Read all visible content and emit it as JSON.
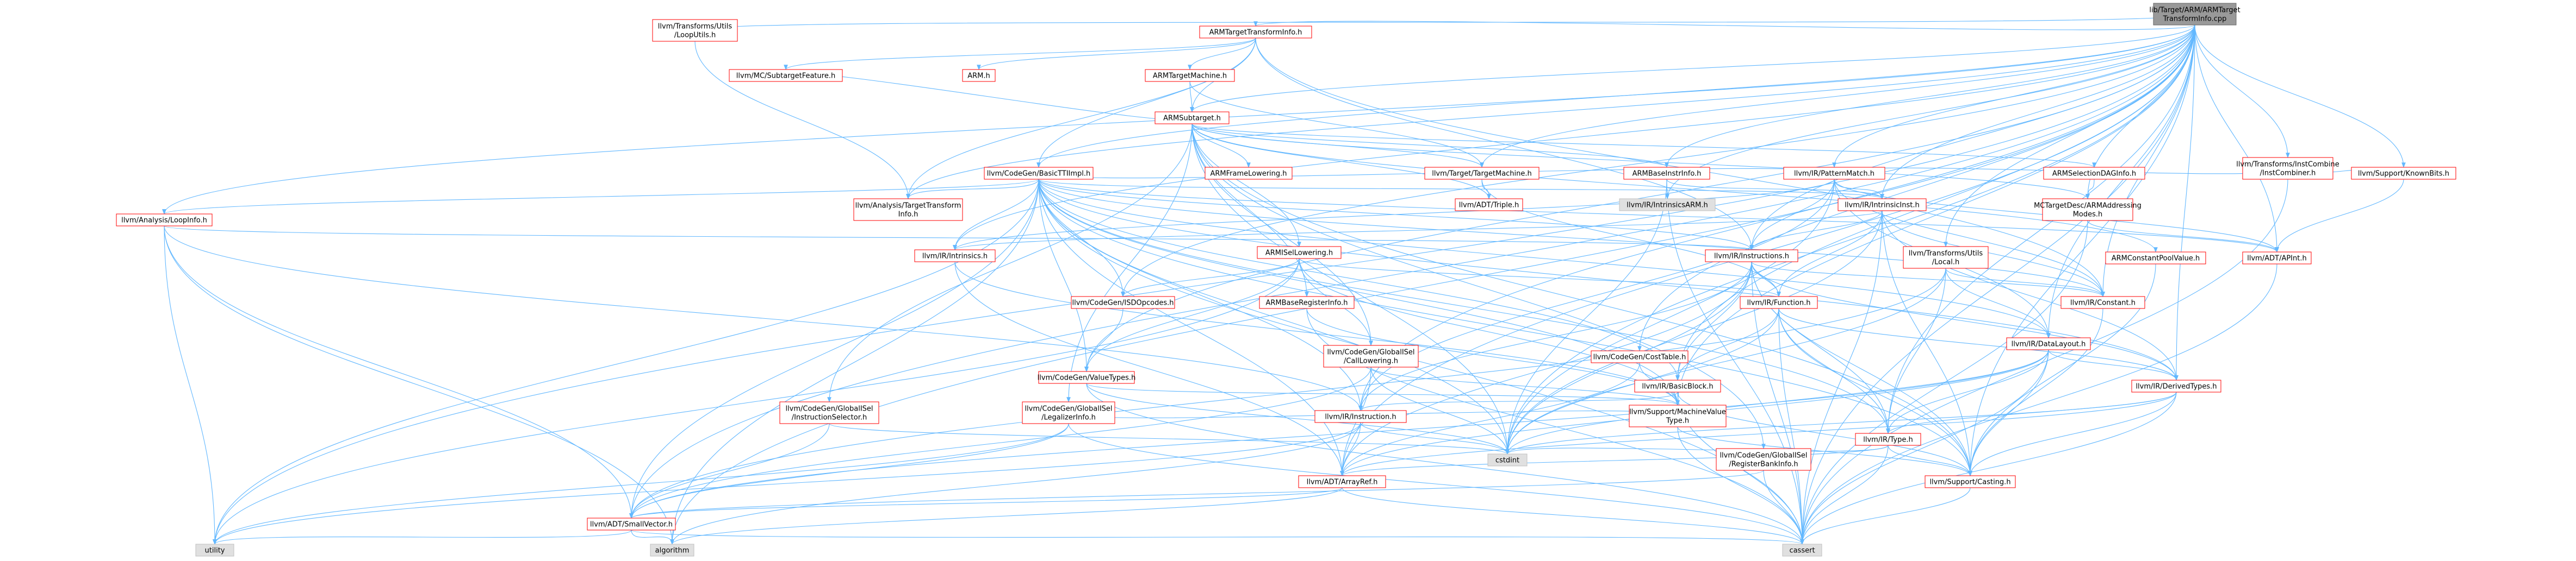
{
  "colors": {
    "edge": "#63B8FF",
    "root_fill": "#999999",
    "node_fill": "#ffffff",
    "node_border_linked": "#ff0000",
    "node_border_leaf": "#bfbfbf",
    "leaf_fill": "#e0e0e0",
    "text": "#000000"
  },
  "root": "lib/Target/ARM/ARMTargetTransformInfo.cpp",
  "nodes": [
    {
      "id": "root",
      "lines": [
        "lib/Target/ARM/ARMTarget",
        "TransformInfo.cpp"
      ],
      "kind": "root"
    },
    {
      "id": "ttu_loop",
      "lines": [
        "llvm/Transforms/Utils",
        "/LoopUtils.h"
      ],
      "kind": "linked"
    },
    {
      "id": "armtti_h",
      "lines": [
        "ARMTargetTransformInfo.h"
      ],
      "kind": "linked"
    },
    {
      "id": "mc_sub",
      "lines": [
        "llvm/MC/SubtargetFeature.h"
      ],
      "kind": "linked"
    },
    {
      "id": "arm_h",
      "lines": [
        "ARM.h"
      ],
      "kind": "linked"
    },
    {
      "id": "armtm",
      "lines": [
        "ARMTargetMachine.h"
      ],
      "kind": "linked"
    },
    {
      "id": "armsub",
      "lines": [
        "ARMSubtarget.h"
      ],
      "kind": "linked"
    },
    {
      "id": "cg_btti",
      "lines": [
        "llvm/CodeGen/BasicTTIImpl.h"
      ],
      "kind": "linked"
    },
    {
      "id": "armfl",
      "lines": [
        "ARMFrameLowering.h"
      ],
      "kind": "linked"
    },
    {
      "id": "target_tm",
      "lines": [
        "llvm/Target/TargetMachine.h"
      ],
      "kind": "linked"
    },
    {
      "id": "armbi",
      "lines": [
        "ARMBaseInstrInfo.h"
      ],
      "kind": "linked"
    },
    {
      "id": "ir_pm",
      "lines": [
        "llvm/IR/PatternMatch.h"
      ],
      "kind": "linked"
    },
    {
      "id": "armsdi",
      "lines": [
        "ARMSelectionDAGInfo.h"
      ],
      "kind": "linked"
    },
    {
      "id": "tic",
      "lines": [
        "llvm/Transforms/InstCombine",
        "/InstCombiner.h"
      ],
      "kind": "linked"
    },
    {
      "id": "kb",
      "lines": [
        "llvm/Support/KnownBits.h"
      ],
      "kind": "linked"
    },
    {
      "id": "an_tti",
      "lines": [
        "llvm/Analysis/TargetTransform",
        "Info.h"
      ],
      "kind": "linked"
    },
    {
      "id": "adt_triple",
      "lines": [
        "llvm/ADT/Triple.h"
      ],
      "kind": "linked"
    },
    {
      "id": "ir_iarm",
      "lines": [
        "llvm/IR/IntrinsicsARM.h"
      ],
      "kind": "leaf"
    },
    {
      "id": "ir_ii",
      "lines": [
        "llvm/IR/IntrinsicInst.h"
      ],
      "kind": "linked"
    },
    {
      "id": "mc_aam",
      "lines": [
        "MCTargetDesc/ARMAddressing",
        "Modes.h"
      ],
      "kind": "linked"
    },
    {
      "id": "an_loop",
      "lines": [
        "llvm/Analysis/LoopInfo.h"
      ],
      "kind": "linked"
    },
    {
      "id": "ir_intr",
      "lines": [
        "llvm/IR/Intrinsics.h"
      ],
      "kind": "linked"
    },
    {
      "id": "armisel",
      "lines": [
        "ARMISelLowering.h"
      ],
      "kind": "linked"
    },
    {
      "id": "ir_inst",
      "lines": [
        "llvm/IR/Instructions.h"
      ],
      "kind": "linked"
    },
    {
      "id": "ttu_local",
      "lines": [
        "llvm/Transforms/Utils",
        "/Local.h"
      ],
      "kind": "linked"
    },
    {
      "id": "armcpv",
      "lines": [
        "ARMConstantPoolValue.h"
      ],
      "kind": "linked"
    },
    {
      "id": "adt_apint",
      "lines": [
        "llvm/ADT/APInt.h"
      ],
      "kind": "linked"
    },
    {
      "id": "armbri",
      "lines": [
        "ARMBaseRegisterInfo.h"
      ],
      "kind": "linked"
    },
    {
      "id": "cg_isd",
      "lines": [
        "llvm/CodeGen/ISDOpcodes.h"
      ],
      "kind": "linked"
    },
    {
      "id": "ir_fn",
      "lines": [
        "llvm/IR/Function.h"
      ],
      "kind": "linked"
    },
    {
      "id": "ir_const",
      "lines": [
        "llvm/IR/Constant.h"
      ],
      "kind": "linked"
    },
    {
      "id": "ir_dl",
      "lines": [
        "llvm/IR/DataLayout.h"
      ],
      "kind": "linked"
    },
    {
      "id": "cg_gi_cl",
      "lines": [
        "llvm/CodeGen/GlobalISel",
        "/CallLowering.h"
      ],
      "kind": "linked"
    },
    {
      "id": "cg_ct",
      "lines": [
        "llvm/CodeGen/CostTable.h"
      ],
      "kind": "linked"
    },
    {
      "id": "cg_vt",
      "lines": [
        "llvm/CodeGen/ValueTypes.h"
      ],
      "kind": "linked"
    },
    {
      "id": "ir_bb",
      "lines": [
        "llvm/IR/BasicBlock.h"
      ],
      "kind": "linked"
    },
    {
      "id": "ir_dt",
      "lines": [
        "llvm/IR/DerivedTypes.h"
      ],
      "kind": "linked"
    },
    {
      "id": "cg_gi_is",
      "lines": [
        "llvm/CodeGen/GlobalISel",
        "/InstructionSelector.h"
      ],
      "kind": "linked"
    },
    {
      "id": "cg_gi_li",
      "lines": [
        "llvm/CodeGen/GlobalISel",
        "/LegalizerInfo.h"
      ],
      "kind": "linked"
    },
    {
      "id": "ir_instr",
      "lines": [
        "llvm/IR/Instruction.h"
      ],
      "kind": "linked"
    },
    {
      "id": "smvt",
      "lines": [
        "llvm/Support/MachineValue",
        "Type.h"
      ],
      "kind": "linked"
    },
    {
      "id": "ir_type",
      "lines": [
        "llvm/IR/Type.h"
      ],
      "kind": "linked"
    },
    {
      "id": "cstdint",
      "lines": [
        "cstdint"
      ],
      "kind": "leaf"
    },
    {
      "id": "adt_ar",
      "lines": [
        "llvm/ADT/ArrayRef.h"
      ],
      "kind": "linked"
    },
    {
      "id": "cg_gi_rbi",
      "lines": [
        "llvm/CodeGen/GlobalISel",
        "/RegisterBankInfo.h"
      ],
      "kind": "linked"
    },
    {
      "id": "scast",
      "lines": [
        "llvm/Support/Casting.h"
      ],
      "kind": "linked"
    },
    {
      "id": "adt_sv",
      "lines": [
        "llvm/ADT/SmallVector.h"
      ],
      "kind": "linked"
    },
    {
      "id": "utility",
      "lines": [
        "utility"
      ],
      "kind": "leaf"
    },
    {
      "id": "algorithm",
      "lines": [
        "algorithm"
      ],
      "kind": "leaf"
    },
    {
      "id": "cassert",
      "lines": [
        "cassert"
      ],
      "kind": "leaf"
    }
  ],
  "edges": [
    [
      "root",
      "ttu_loop"
    ],
    [
      "root",
      "armtti_h"
    ],
    [
      "root",
      "armsub"
    ],
    [
      "root",
      "target_tm"
    ],
    [
      "root",
      "ir_pm"
    ],
    [
      "root",
      "tic"
    ],
    [
      "root",
      "kb"
    ],
    [
      "root",
      "an_loop"
    ],
    [
      "root",
      "ir_intr"
    ],
    [
      "root",
      "ir_inst"
    ],
    [
      "root",
      "ir_iarm"
    ],
    [
      "root",
      "ir_ii"
    ],
    [
      "root",
      "ttu_local"
    ],
    [
      "root",
      "adt_apint"
    ],
    [
      "root",
      "cg_isd"
    ],
    [
      "root",
      "cg_ct"
    ],
    [
      "root",
      "cg_vt"
    ],
    [
      "root",
      "ir_bb"
    ],
    [
      "root",
      "ir_dt"
    ],
    [
      "root",
      "ir_dl"
    ],
    [
      "root",
      "ir_instr"
    ],
    [
      "root",
      "ir_type"
    ],
    [
      "root",
      "smvt"
    ],
    [
      "root",
      "scast"
    ],
    [
      "root",
      "adt_sv"
    ],
    [
      "root",
      "cstdint"
    ],
    [
      "root",
      "utility"
    ],
    [
      "root",
      "algorithm"
    ],
    [
      "root",
      "cassert"
    ],
    [
      "root",
      "cg_btti"
    ],
    [
      "root",
      "an_tti"
    ],
    [
      "root",
      "mc_aam"
    ],
    [
      "root",
      "armbi"
    ],
    [
      "root",
      "ir_const"
    ],
    [
      "root",
      "adt_ar"
    ],
    [
      "ttu_loop",
      "an_tti"
    ],
    [
      "armtti_h",
      "mc_sub"
    ],
    [
      "armtti_h",
      "arm_h"
    ],
    [
      "armtti_h",
      "armtm"
    ],
    [
      "armtti_h",
      "armsub"
    ],
    [
      "armtti_h",
      "cg_btti"
    ],
    [
      "armtti_h",
      "an_tti"
    ],
    [
      "armtti_h",
      "ir_const"
    ],
    [
      "armtti_h",
      "ir_inst"
    ],
    [
      "armtm",
      "armsub"
    ],
    [
      "armtm",
      "target_tm"
    ],
    [
      "armsub",
      "armfl"
    ],
    [
      "armsub",
      "armbi"
    ],
    [
      "armsub",
      "armsdi"
    ],
    [
      "armsub",
      "armbri"
    ],
    [
      "armsub",
      "armisel"
    ],
    [
      "armsub",
      "cg_gi_cl"
    ],
    [
      "armsub",
      "cg_gi_is"
    ],
    [
      "armsub",
      "cg_gi_li"
    ],
    [
      "armsub",
      "cg_gi_rbi"
    ],
    [
      "armsub",
      "target_tm"
    ],
    [
      "armsub",
      "adt_triple"
    ],
    [
      "armsub",
      "mc_sub"
    ],
    [
      "armsub",
      "mc_aam"
    ],
    [
      "armsub",
      "armcpv"
    ],
    [
      "armsub",
      "scast"
    ],
    [
      "armsub",
      "cstdint"
    ],
    [
      "cg_btti",
      "an_loop"
    ],
    [
      "cg_btti",
      "an_tti"
    ],
    [
      "cg_btti",
      "ir_intr"
    ],
    [
      "cg_btti",
      "cg_isd"
    ],
    [
      "cg_btti",
      "cg_vt"
    ],
    [
      "cg_btti",
      "ir_bb"
    ],
    [
      "cg_btti",
      "ir_dl"
    ],
    [
      "cg_btti",
      "ir_dt"
    ],
    [
      "cg_btti",
      "ir_inst"
    ],
    [
      "cg_btti",
      "ir_ii"
    ],
    [
      "cg_btti",
      "ir_instr"
    ],
    [
      "cg_btti",
      "ir_type"
    ],
    [
      "cg_btti",
      "ir_const"
    ],
    [
      "cg_btti",
      "smvt"
    ],
    [
      "cg_btti",
      "adt_ar"
    ],
    [
      "cg_btti",
      "adt_sv"
    ],
    [
      "cg_btti",
      "adt_apint"
    ],
    [
      "cg_btti",
      "scast"
    ],
    [
      "cg_btti",
      "ir_pm"
    ],
    [
      "cg_btti",
      "cstdint"
    ],
    [
      "cg_btti",
      "cassert"
    ],
    [
      "cg_btti",
      "utility"
    ],
    [
      "cg_btti",
      "algorithm"
    ],
    [
      "target_tm",
      "adt_triple"
    ],
    [
      "target_tm",
      "ir_fn"
    ],
    [
      "armbi",
      "ir_iarm"
    ],
    [
      "armbi",
      "ir_ii"
    ],
    [
      "armbi",
      "cstdint"
    ],
    [
      "armbi",
      "cassert"
    ],
    [
      "ir_pm",
      "adt_apint"
    ],
    [
      "ir_pm",
      "ir_const"
    ],
    [
      "ir_pm",
      "ir_dl"
    ],
    [
      "ir_pm",
      "ir_ii"
    ],
    [
      "ir_pm",
      "ir_inst"
    ],
    [
      "ir_pm",
      "ir_instr"
    ],
    [
      "ir_pm",
      "ir_intr"
    ],
    [
      "ir_pm",
      "cstdint"
    ],
    [
      "armsdi",
      "mc_aam"
    ],
    [
      "tic",
      "ir_pm"
    ],
    [
      "tic",
      "kb"
    ],
    [
      "tic",
      "cassert"
    ],
    [
      "kb",
      "adt_apint"
    ],
    [
      "ir_ii",
      "ir_const"
    ],
    [
      "ir_ii",
      "ir_dt"
    ],
    [
      "ir_ii",
      "ir_fn"
    ],
    [
      "ir_ii",
      "ir_inst"
    ],
    [
      "ir_ii",
      "ir_intr"
    ],
    [
      "ir_ii",
      "scast"
    ],
    [
      "ir_ii",
      "cassert"
    ],
    [
      "ir_ii",
      "cstdint"
    ],
    [
      "mc_aam",
      "adt_apint"
    ],
    [
      "mc_aam",
      "cassert"
    ],
    [
      "an_loop",
      "ir_inst"
    ],
    [
      "an_loop",
      "ir_instr"
    ],
    [
      "an_loop",
      "adt_sv"
    ],
    [
      "an_loop",
      "utility"
    ],
    [
      "an_loop",
      "algorithm"
    ],
    [
      "ir_intr",
      "adt_ar"
    ],
    [
      "ir_intr",
      "smvt"
    ],
    [
      "armisel",
      "cg_isd"
    ],
    [
      "armisel",
      "cg_vt"
    ],
    [
      "armisel",
      "ir_fn"
    ],
    [
      "armisel",
      "smvt"
    ],
    [
      "armisel",
      "cg_gi_cl"
    ],
    [
      "armisel",
      "utility"
    ],
    [
      "ir_inst",
      "ir_fn"
    ],
    [
      "ir_inst",
      "ir_bb"
    ],
    [
      "ir_inst",
      "ir_const"
    ],
    [
      "ir_inst",
      "ir_dt"
    ],
    [
      "ir_inst",
      "ir_instr"
    ],
    [
      "ir_inst",
      "ir_type"
    ],
    [
      "ir_inst",
      "adt_ar"
    ],
    [
      "ir_inst",
      "scast"
    ],
    [
      "ir_inst",
      "cassert"
    ],
    [
      "ir_inst",
      "cstdint"
    ],
    [
      "ttu_local",
      "ir_dl"
    ],
    [
      "ttu_local",
      "ir_const"
    ],
    [
      "ttu_local",
      "ir_type"
    ],
    [
      "ttu_local",
      "adt_sv"
    ],
    [
      "ttu_local",
      "cstdint"
    ],
    [
      "armcpv",
      "scast"
    ],
    [
      "adt_apint",
      "cassert"
    ],
    [
      "armbri",
      "smvt"
    ],
    [
      "armbri",
      "cassert"
    ],
    [
      "cg_isd",
      "cg_vt"
    ],
    [
      "ir_fn",
      "ir_bb"
    ],
    [
      "ir_fn",
      "ir_dt"
    ],
    [
      "ir_fn",
      "ir_type"
    ],
    [
      "ir_fn",
      "cassert"
    ],
    [
      "ir_fn",
      "cstdint"
    ],
    [
      "ir_fn",
      "scast"
    ],
    [
      "ir_const",
      "scast"
    ],
    [
      "ir_dl",
      "ir_dt"
    ],
    [
      "ir_dl",
      "ir_type"
    ],
    [
      "ir_dl",
      "adt_ar"
    ],
    [
      "ir_dl",
      "adt_sv"
    ],
    [
      "ir_dl",
      "scast"
    ],
    [
      "ir_dl",
      "cassert"
    ],
    [
      "ir_dl",
      "cstdint"
    ],
    [
      "cg_gi_cl",
      "smvt"
    ],
    [
      "cg_gi_cl",
      "adt_ar"
    ],
    [
      "cg_gi_cl",
      "adt_sv"
    ],
    [
      "cg_gi_cl",
      "cstdint"
    ],
    [
      "cg_ct",
      "smvt"
    ],
    [
      "cg_ct",
      "adt_ar"
    ],
    [
      "cg_vt",
      "smvt"
    ],
    [
      "cg_vt",
      "cassert"
    ],
    [
      "cg_vt",
      "cstdint"
    ],
    [
      "ir_bb",
      "ir_instr"
    ],
    [
      "ir_bb",
      "scast"
    ],
    [
      "ir_bb",
      "cassert"
    ],
    [
      "ir_dt",
      "ir_type"
    ],
    [
      "ir_dt",
      "scast"
    ],
    [
      "ir_dt",
      "adt_ar"
    ],
    [
      "ir_dt",
      "cassert"
    ],
    [
      "ir_dt",
      "cstdint"
    ],
    [
      "cg_gi_is",
      "adt_sv"
    ],
    [
      "cg_gi_is",
      "cstdint"
    ],
    [
      "cg_gi_li",
      "adt_sv"
    ],
    [
      "cg_gi_li",
      "smvt"
    ],
    [
      "cg_gi_li",
      "cassert"
    ],
    [
      "cg_gi_li",
      "utility"
    ],
    [
      "ir_instr",
      "adt_ar"
    ],
    [
      "ir_instr",
      "cstdint"
    ],
    [
      "ir_instr",
      "utility"
    ],
    [
      "ir_instr",
      "algorithm"
    ],
    [
      "smvt",
      "scast"
    ],
    [
      "smvt",
      "cassert"
    ],
    [
      "ir_type",
      "scast"
    ],
    [
      "ir_type",
      "adt_ar"
    ],
    [
      "ir_type",
      "cassert"
    ],
    [
      "ir_type",
      "cstdint"
    ],
    [
      "adt_ar",
      "adt_sv"
    ],
    [
      "adt_ar",
      "cassert"
    ],
    [
      "adt_ar",
      "algorithm"
    ],
    [
      "cg_gi_rbi",
      "adt_sv"
    ],
    [
      "cg_gi_rbi",
      "cassert"
    ],
    [
      "scast",
      "cassert"
    ],
    [
      "adt_sv",
      "utility"
    ],
    [
      "adt_sv",
      "algorithm"
    ],
    [
      "adt_sv",
      "cassert"
    ]
  ]
}
